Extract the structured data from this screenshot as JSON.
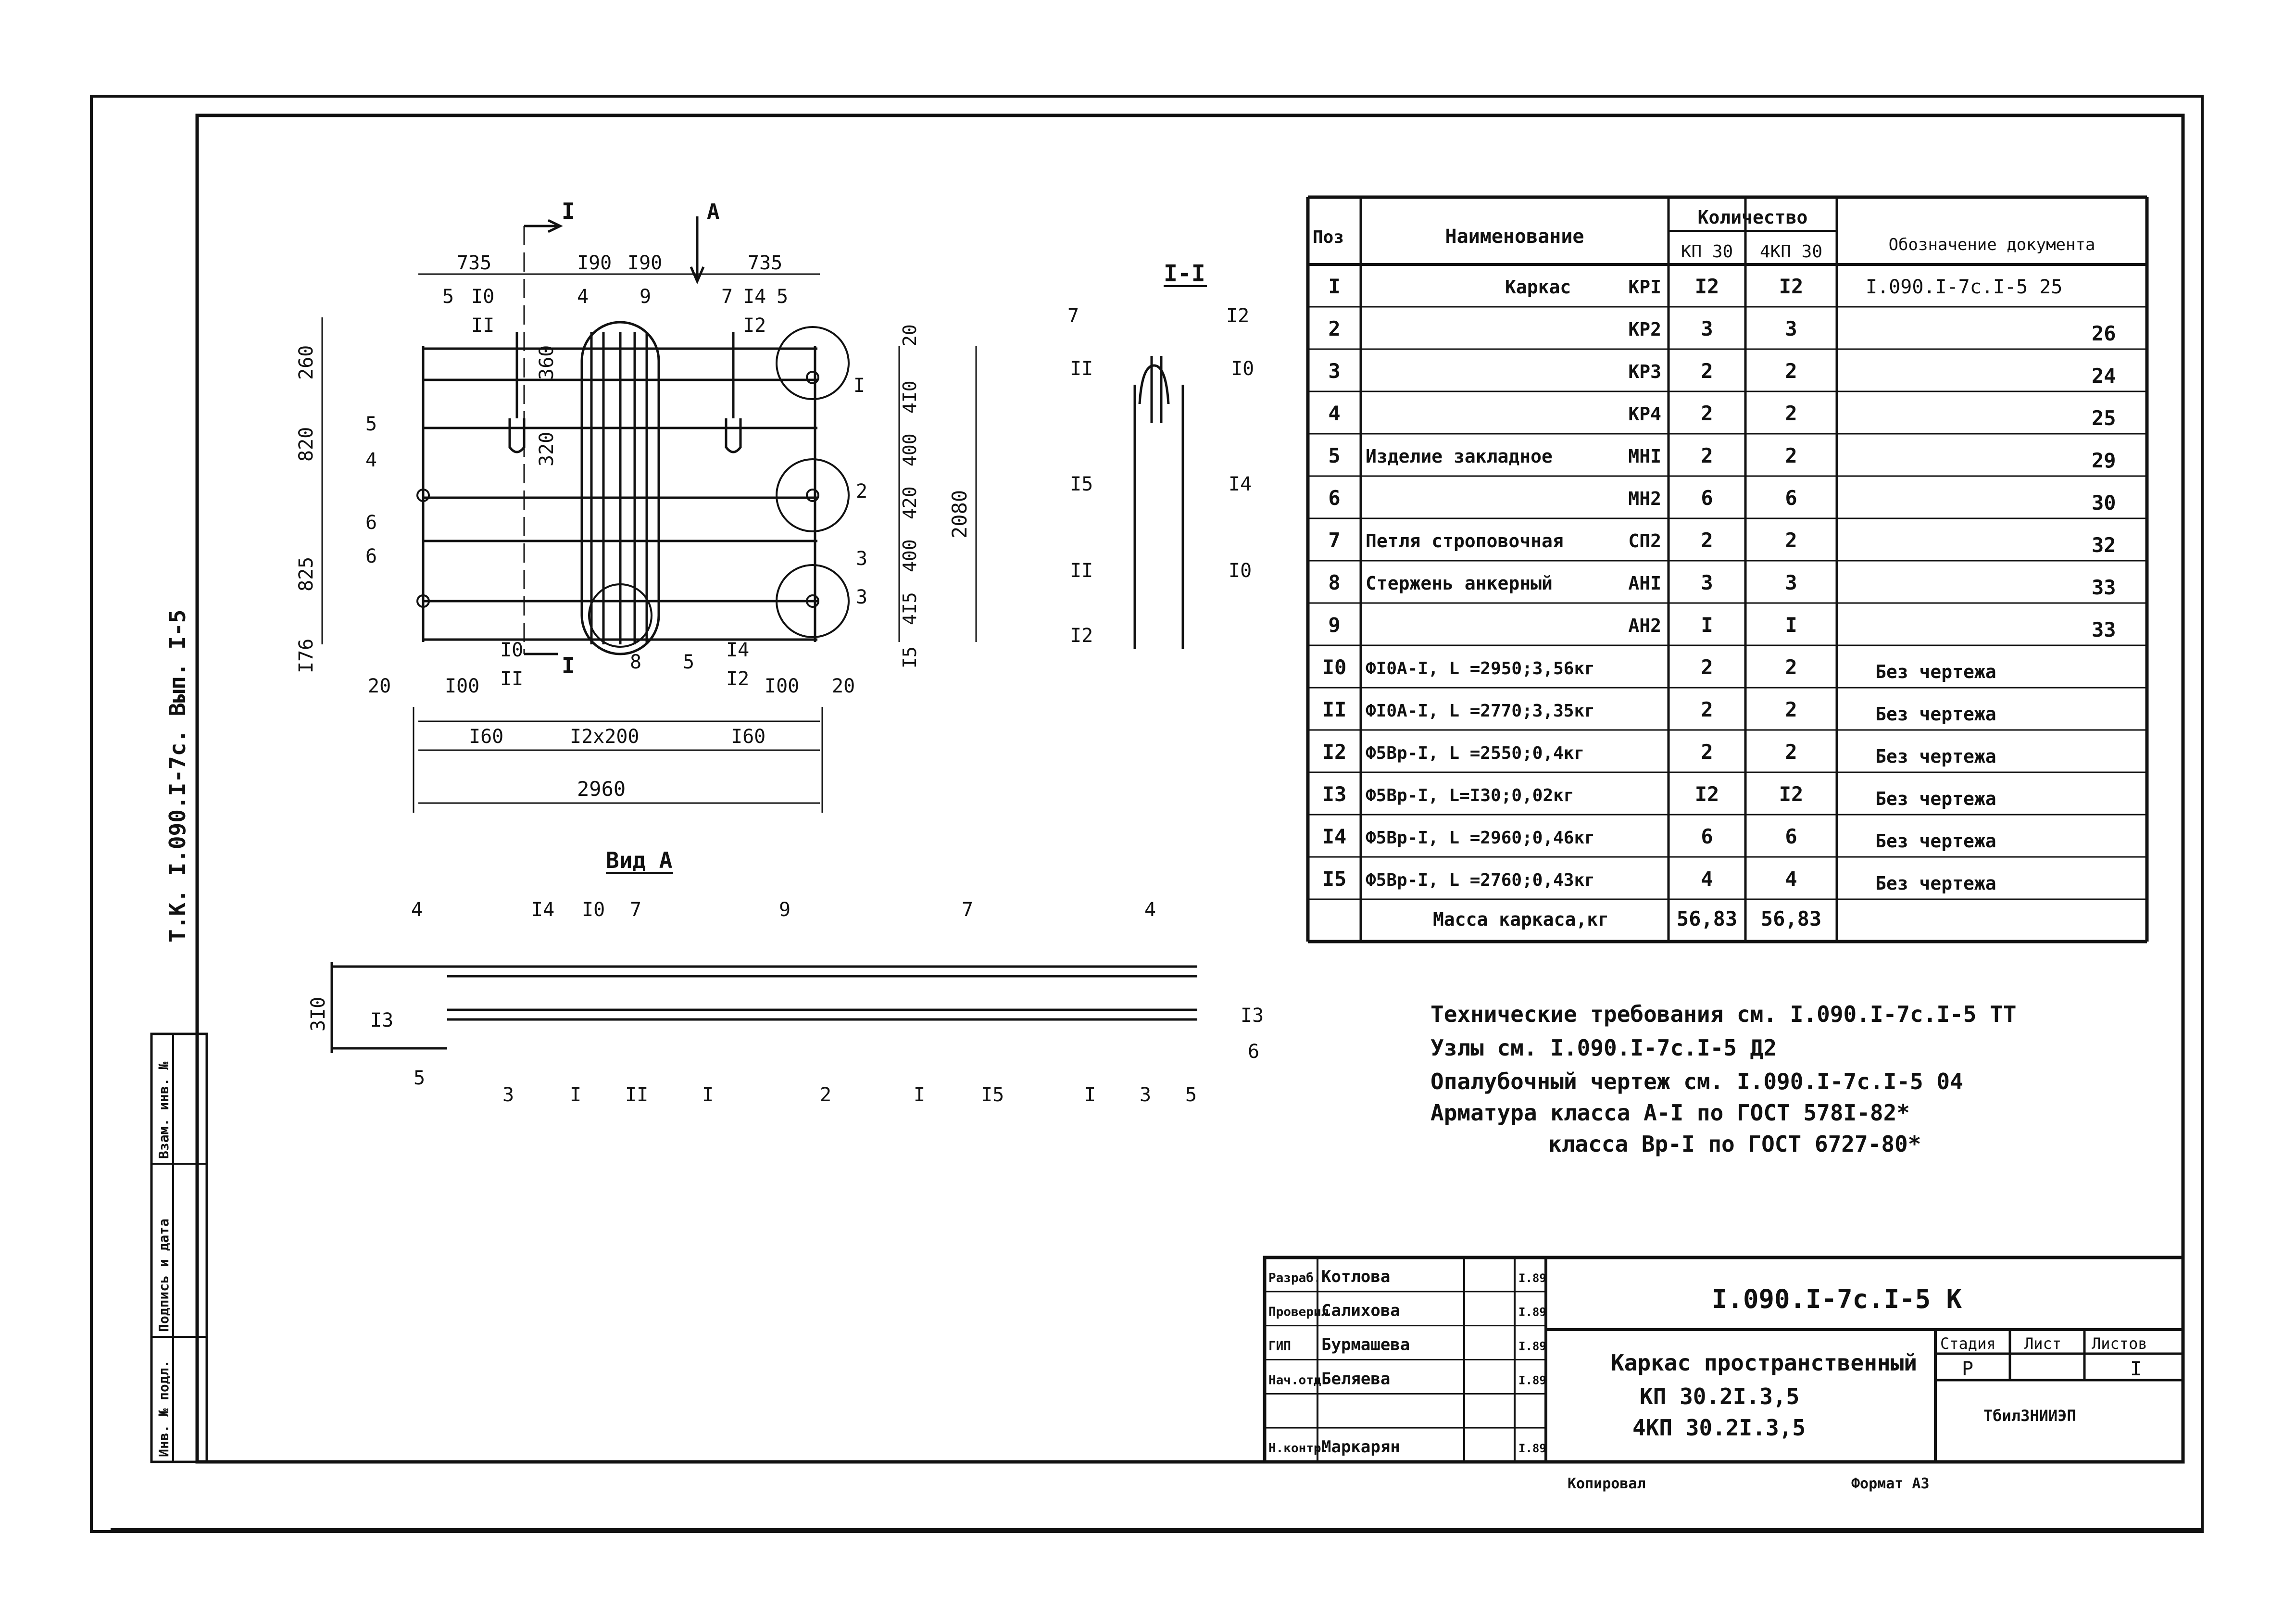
{
  "side_code": "Т.К. I.090.I-7с. Вып. I-5",
  "margin_stamp": [
    "Инв. № подл.",
    "Подпись и дата",
    "Взам. инв. №"
  ],
  "plan": {
    "section_marker": "I",
    "view_marker": "A",
    "dims_top": [
      "735",
      "I90",
      "I90",
      "735"
    ],
    "dims_left": [
      "260",
      "820",
      "825",
      "I76"
    ],
    "dims_right": [
      "20",
      "4I0",
      "400",
      "420",
      "400",
      "4I5",
      "I5"
    ],
    "dim_height": "2080",
    "dims_bottom": [
      "20",
      "I00",
      "I00",
      "20",
      "I60",
      "I2х200",
      "I60"
    ],
    "dim_length": "2960",
    "dim_360": "360",
    "dim_320": "320",
    "labels": [
      "5",
      "I0",
      "II",
      "4",
      "9",
      "7",
      "I4",
      "I2",
      "5",
      "I",
      "5",
      "4",
      "2",
      "6",
      "6",
      "3",
      "3",
      "I0",
      "II",
      "8",
      "5",
      "I4",
      "I2"
    ]
  },
  "section": {
    "title": "I-I",
    "labels": [
      "7",
      "I2",
      "II",
      "I0",
      "I5",
      "I4",
      "II",
      "I0",
      "I2"
    ]
  },
  "view": {
    "title": "Вид А",
    "dim": "3I0",
    "labels_top": [
      "4",
      "I4",
      "I0",
      "7",
      "9",
      "7",
      "4"
    ],
    "labels_bottom": [
      "5",
      "3",
      "I",
      "II",
      "I",
      "2",
      "I",
      "I5",
      "I",
      "3",
      "5"
    ],
    "labels_side": [
      "I3",
      "I3",
      "6"
    ]
  },
  "spec": {
    "headers": {
      "pos": "Поз",
      "name": "Наименование",
      "qty": "Количество",
      "qty1": "КП 30",
      "qty2": "4КП 30",
      "doc": "Обозначение документа"
    },
    "rows": [
      {
        "pos": "I",
        "name": "Каркас",
        "mark": "КРI",
        "q1": "I2",
        "q2": "I2",
        "doc": "I.090.I-7с.I-5 25"
      },
      {
        "pos": "2",
        "name": "",
        "mark": "КР2",
        "q1": "3",
        "q2": "3",
        "doc": "26"
      },
      {
        "pos": "3",
        "name": "",
        "mark": "КР3",
        "q1": "2",
        "q2": "2",
        "doc": "24"
      },
      {
        "pos": "4",
        "name": "",
        "mark": "КР4",
        "q1": "2",
        "q2": "2",
        "doc": "25"
      },
      {
        "pos": "5",
        "name": "Изделие закладное",
        "mark": "МНI",
        "q1": "2",
        "q2": "2",
        "doc": "29"
      },
      {
        "pos": "6",
        "name": "",
        "mark": "МН2",
        "q1": "6",
        "q2": "6",
        "doc": "30"
      },
      {
        "pos": "7",
        "name": "Петля строповочная",
        "mark": "СП2",
        "q1": "2",
        "q2": "2",
        "doc": "32"
      },
      {
        "pos": "8",
        "name": "Стержень анкерный",
        "mark": "АНI",
        "q1": "3",
        "q2": "3",
        "doc": "33"
      },
      {
        "pos": "9",
        "name": "",
        "mark": "АН2",
        "q1": "I",
        "q2": "I",
        "doc": "33"
      },
      {
        "pos": "I0",
        "name": "ФI0А-I, L =2950;3,56кг",
        "mark": "",
        "q1": "2",
        "q2": "2",
        "doc": "Без чертежа"
      },
      {
        "pos": "II",
        "name": "ФI0А-I, L =2770;3,35кг",
        "mark": "",
        "q1": "2",
        "q2": "2",
        "doc": "Без чертежа"
      },
      {
        "pos": "I2",
        "name": "Ф5Вр-I, L =2550;0,4кг",
        "mark": "",
        "q1": "2",
        "q2": "2",
        "doc": "Без чертежа"
      },
      {
        "pos": "I3",
        "name": "Ф5Вр-I, L=I30;0,02кг",
        "mark": "",
        "q1": "I2",
        "q2": "I2",
        "doc": "Без чертежа"
      },
      {
        "pos": "I4",
        "name": "Ф5Вр-I, L =2960;0,46кг",
        "mark": "",
        "q1": "6",
        "q2": "6",
        "doc": "Без чертежа"
      },
      {
        "pos": "I5",
        "name": "Ф5Вр-I, L =2760;0,43кг",
        "mark": "",
        "q1": "4",
        "q2": "4",
        "doc": "Без чертежа"
      }
    ],
    "mass_label": "Масса каркаса,кг",
    "mass_q1": "56,83",
    "mass_q2": "56,83"
  },
  "notes": [
    "Технические требования см.  I.090.I-7с.I-5 ТТ",
    "Узлы см.  I.090.I-7с.I-5 Д2",
    "Опалубочный чертеж см.  I.090.I-7с.I-5 04",
    "Арматура класса А-I по ГОСТ 578I-82*",
    "класса Вр-I по ГОСТ 6727-80*"
  ],
  "title_block": {
    "roles": [
      "Разраб.",
      "Проверил",
      "ГИП",
      "Нач.отд.",
      "",
      "Н.контр."
    ],
    "names": [
      "Котлова",
      "Салихова",
      "Бурмашева",
      "Беляева",
      "",
      "Маркарян"
    ],
    "dates": [
      "I.89",
      "I.89",
      "I.89",
      "I.89",
      "",
      "I.89"
    ],
    "code": "I.090.I-7с.I-5 К",
    "title_lines": [
      "Каркас пространственный",
      "КП 30.2I.3,5",
      "4КП 30.2I.3,5"
    ],
    "stage_label": "Стадия",
    "sheet_label": "Лист",
    "sheets_label": "Листов",
    "stage": "Р",
    "sheet": "",
    "sheets": "I",
    "org": "ТбилЗНИИЭП"
  },
  "footer": {
    "copied": "Копировал",
    "format": "Формат А3"
  }
}
